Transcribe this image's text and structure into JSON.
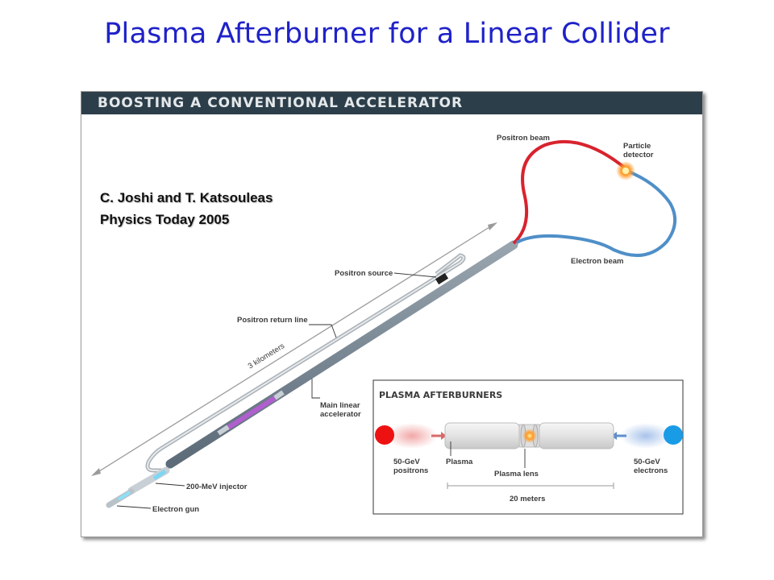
{
  "slide": {
    "title": "Plasma Afterburner for a Linear Collider"
  },
  "figure": {
    "header": "BOOSTING A CONVENTIONAL ACCELERATOR",
    "citation_line1": "C. Joshi and T. Katsouleas",
    "citation_line2": "Physics Today 2005",
    "labels": {
      "positron_beam": "Positron beam",
      "particle_detector_1": "Particle",
      "particle_detector_2": "detector",
      "electron_beam": "Electron beam",
      "positron_source": "Positron source",
      "positron_return_line": "Positron return line",
      "distance": "3 kilometers",
      "main_linac_1": "Main linear",
      "main_linac_2": "accelerator",
      "injector": "200-MeV injector",
      "electron_gun": "Electron gun"
    },
    "inset": {
      "title": "PLASMA AFTERBURNERS",
      "positrons_1": "50-GeV",
      "positrons_2": "positrons",
      "plasma": "Plasma",
      "plasma_lens": "Plasma lens",
      "electrons_1": "50-GeV",
      "electrons_2": "electrons",
      "length": "20 meters"
    },
    "colors": {
      "positron_beam": "#d8232e",
      "electron_beam": "#4f8fc8",
      "header_bg": "#2c3e4a",
      "positron_dot": "#ee1111",
      "electron_dot": "#1a9be6"
    }
  }
}
